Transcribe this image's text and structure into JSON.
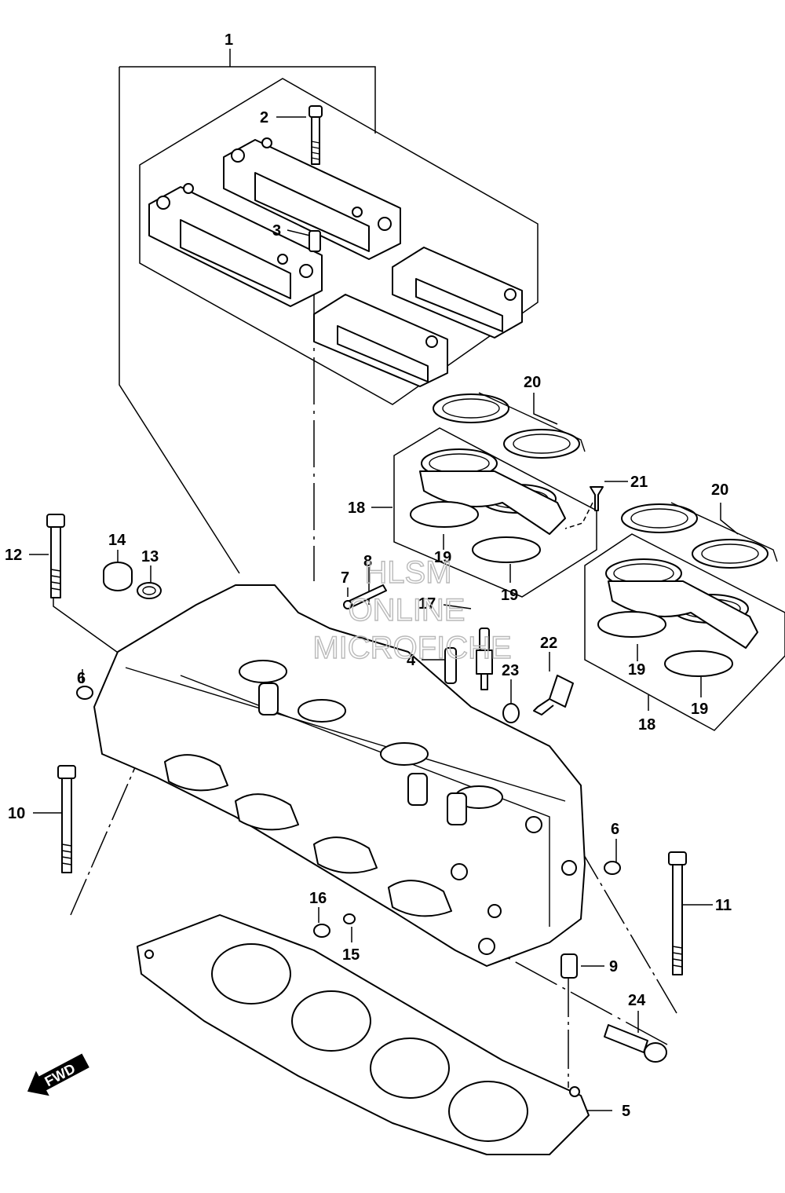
{
  "watermark": {
    "line1": "HLSM",
    "line2": "ONLINE",
    "line3": "MICROFICHE"
  },
  "direction_badge": {
    "label": "FWD",
    "icon": "arrow-left-down-icon"
  },
  "callouts": [
    {
      "id": "c1",
      "label": "1"
    },
    {
      "id": "c2",
      "label": "2"
    },
    {
      "id": "c3",
      "label": "3"
    },
    {
      "id": "c4",
      "label": "4"
    },
    {
      "id": "c5",
      "label": "5"
    },
    {
      "id": "c6a",
      "label": "6"
    },
    {
      "id": "c6b",
      "label": "6"
    },
    {
      "id": "c7",
      "label": "7"
    },
    {
      "id": "c8",
      "label": "8"
    },
    {
      "id": "c9",
      "label": "9"
    },
    {
      "id": "c10",
      "label": "10"
    },
    {
      "id": "c11",
      "label": "11"
    },
    {
      "id": "c12",
      "label": "12"
    },
    {
      "id": "c13",
      "label": "13"
    },
    {
      "id": "c14",
      "label": "14"
    },
    {
      "id": "c15",
      "label": "15"
    },
    {
      "id": "c16",
      "label": "16"
    },
    {
      "id": "c17",
      "label": "17"
    },
    {
      "id": "c18a",
      "label": "18"
    },
    {
      "id": "c18b",
      "label": "18"
    },
    {
      "id": "c19a",
      "label": "19"
    },
    {
      "id": "c19b",
      "label": "19"
    },
    {
      "id": "c19c",
      "label": "19"
    },
    {
      "id": "c19d",
      "label": "19"
    },
    {
      "id": "c20a",
      "label": "20"
    },
    {
      "id": "c20b",
      "label": "20"
    },
    {
      "id": "c21",
      "label": "21"
    },
    {
      "id": "c22",
      "label": "22"
    },
    {
      "id": "c23",
      "label": "23"
    },
    {
      "id": "c24",
      "label": "24"
    }
  ]
}
